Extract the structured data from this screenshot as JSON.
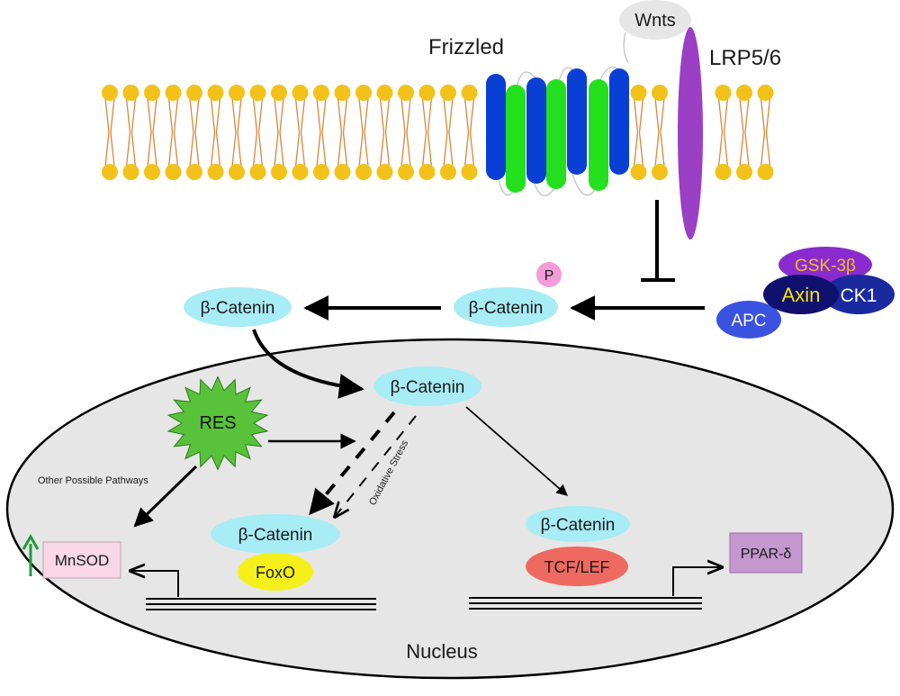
{
  "labels": {
    "frizzled": "Frizzled",
    "wnts": "Wnts",
    "lrp": "LRP5/6",
    "gsk": "GSK-3β",
    "axin": "Axin",
    "ck1": "CK1",
    "apc": "APC",
    "phospho": "P",
    "catenin_phospho": "β-Catenin",
    "catenin_cyto": "β-Catenin",
    "catenin_nuc": "β-Catenin",
    "catenin_foxo": "β-Catenin",
    "catenin_tcf": "β-Catenin",
    "res": "RES",
    "other_pathways": "Other Possible Pathways",
    "oxidative_stress": "Oxidative Stress",
    "foxo": "FoxO",
    "tcf_lef": "TCF/LEF",
    "mnsod": "MnSOD",
    "ppar": "PPAR-δ",
    "nucleus": "Nucleus"
  },
  "colors": {
    "lipid_head": "#f2c21a",
    "lipid_tail": "#d9873a",
    "frizzled_blue": "#0a3fd6",
    "frizzled_green": "#22e01e",
    "lrp_purple": "#9b3fc4",
    "wnts_fill": "#e6e6e6",
    "catenin_fill": "#a8ecf5",
    "gsk_fill": "#8a2bd0",
    "gsk_text": "#f2c21a",
    "axin_fill": "#10106e",
    "axin_text": "#f2e40a",
    "ck1_fill": "#1a2a9e",
    "apc_fill": "#3a52e0",
    "phospho_fill": "#f49bd8",
    "res_fill": "#58c23a",
    "foxo_fill": "#f5f01c",
    "tcf_fill": "#ee6a60",
    "mnsod_fill": "#f9d7e6",
    "ppar_fill": "#c497cf",
    "nucleus_fill": "#e6e6e6",
    "up_arrow": "#1f9a3a"
  }
}
